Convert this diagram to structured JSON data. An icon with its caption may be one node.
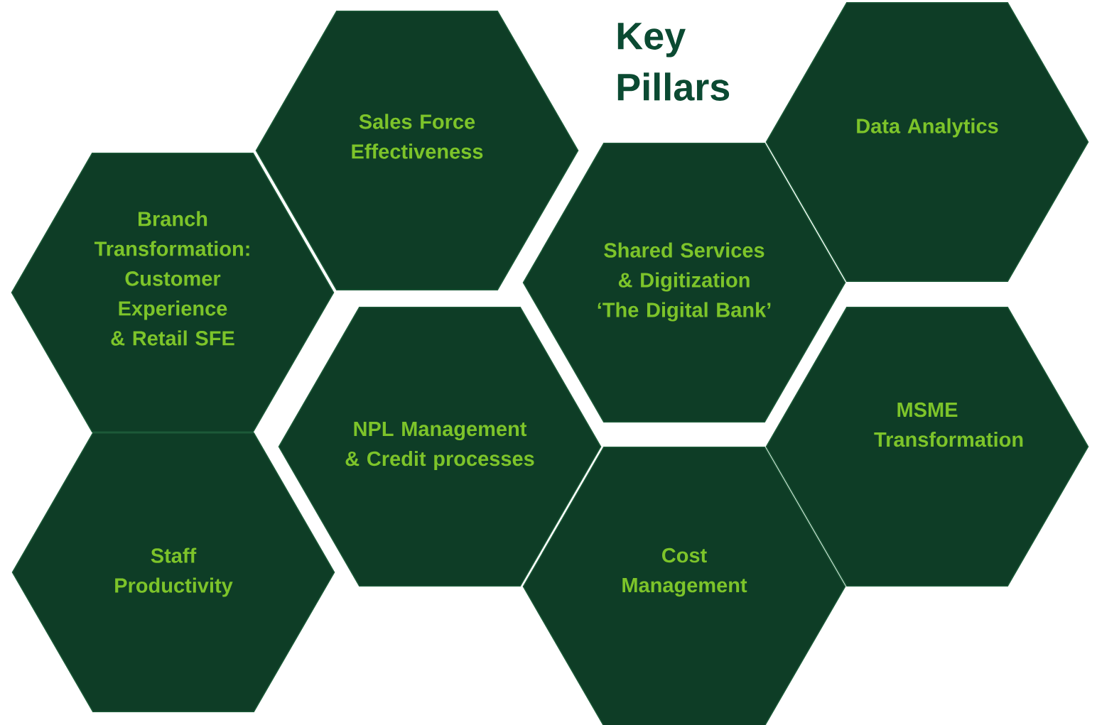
{
  "diagram": {
    "title": "Key Pillars",
    "nodes": [
      {
        "text": [
          "Sales Force Effectiveness"
        ]
      },
      {
        "text": [
          "Data Analytics"
        ]
      },
      {
        "text": [
          "Branch Transformation: Customer Experience & Retail SFE"
        ]
      },
      {
        "text": [
          "Shared Services & Digitization ‘The Digital Bank’"
        ]
      },
      {
        "text": [
          "NPL Management & Credit processes"
        ]
      },
      {
        "text": [
          "MSME Transformation"
        ]
      },
      {
        "text": [
          "Staff Productivity"
        ]
      },
      {
        "text": [
          "Cost Management"
        ]
      }
    ]
  }
}
